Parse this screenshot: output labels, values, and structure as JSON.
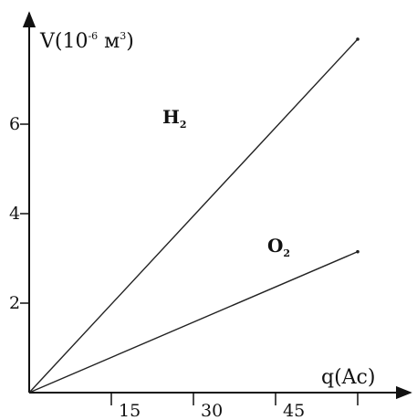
{
  "chart_data": {
    "type": "line",
    "title": "",
    "ylabel": {
      "prefix": "V(10",
      "exponent": "-6",
      "unit": " м",
      "unit_exp": "3",
      "close": ")"
    },
    "xlabel": "q(Ac)",
    "xlim": [
      0,
      60
    ],
    "ylim": [
      0,
      8
    ],
    "x_ticks": [
      15,
      30,
      45
    ],
    "y_ticks": [
      2,
      4,
      6
    ],
    "grid": false,
    "series": [
      {
        "name": "H",
        "subscript": "2",
        "x": [
          0,
          60
        ],
        "y": [
          0,
          7.9
        ]
      },
      {
        "name": "O",
        "subscript": "2",
        "x": [
          0,
          60
        ],
        "y": [
          0,
          3.15
        ]
      }
    ],
    "colors": {
      "line": "#222222",
      "axis": "#111111"
    }
  }
}
